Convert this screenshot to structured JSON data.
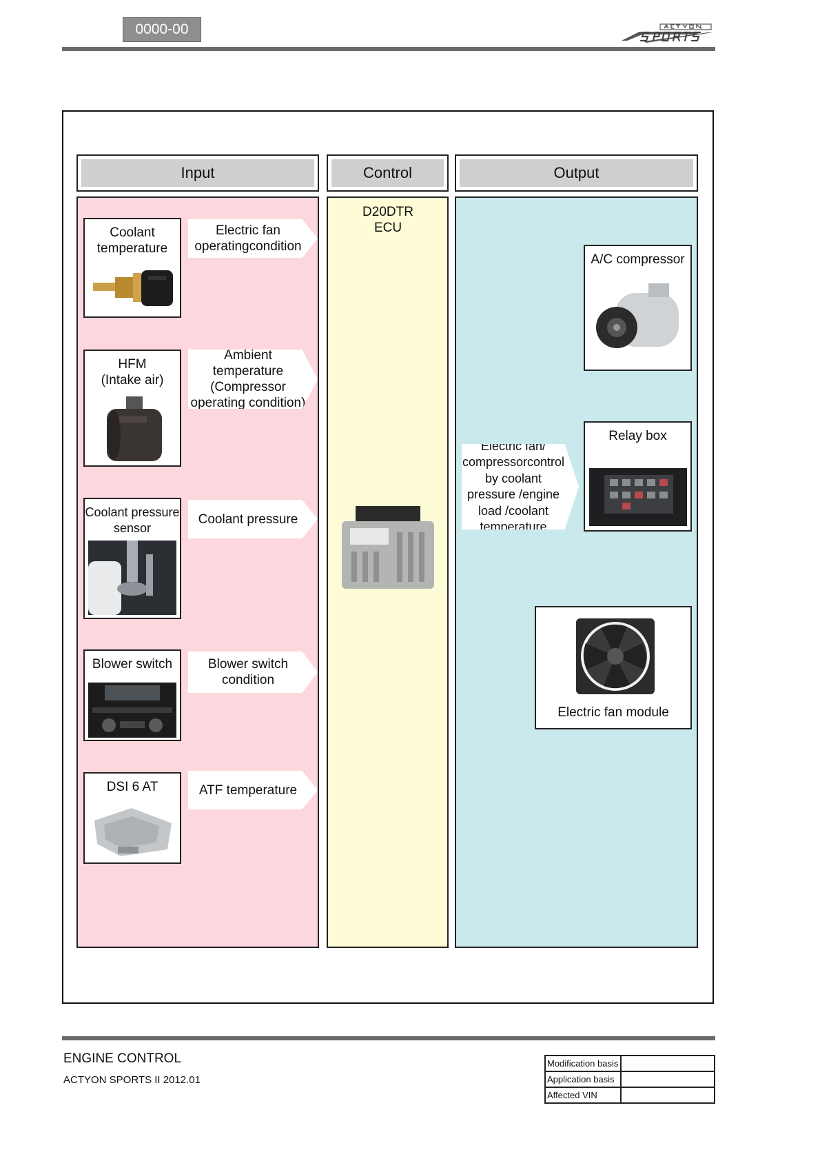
{
  "header": {
    "page_code": "0000-00"
  },
  "columns": {
    "input": "Input",
    "control": "Control",
    "output": "Output"
  },
  "inputs": [
    {
      "component": "Coolant temperature",
      "signal": "Electric fan operatingcondition"
    },
    {
      "component": "HFM (Intake air)",
      "signal": "Ambient temperature (Compressor operating condition)"
    },
    {
      "component": "Coolant pressure sensor",
      "signal": "Coolant pressure"
    },
    {
      "component": "Blower switch",
      "signal": "Blower switch condition"
    },
    {
      "component": "DSI 6 AT",
      "signal": "ATF temperature"
    }
  ],
  "control": {
    "ecu": "D20DTR ECU"
  },
  "output_signal": "Electric fan/ compressorcontrol by coolant pressure /engine load /coolant temperature",
  "outputs": [
    "A/C compressor",
    "Relay box",
    "Electric fan module"
  ],
  "footer": {
    "section": "ENGINE CONTROL",
    "model": "ACTYON SPORTS II 2012.01",
    "table": [
      {
        "label": "Modification basis",
        "value": ""
      },
      {
        "label": "Application basis",
        "value": ""
      },
      {
        "label": "Affected VIN",
        "value": ""
      }
    ]
  },
  "colors": {
    "input_bg": "#fdd7de",
    "control_bg": "#fdfcd6",
    "output_bg": "#cae9ec",
    "header_bg": "#cfcfcf"
  }
}
